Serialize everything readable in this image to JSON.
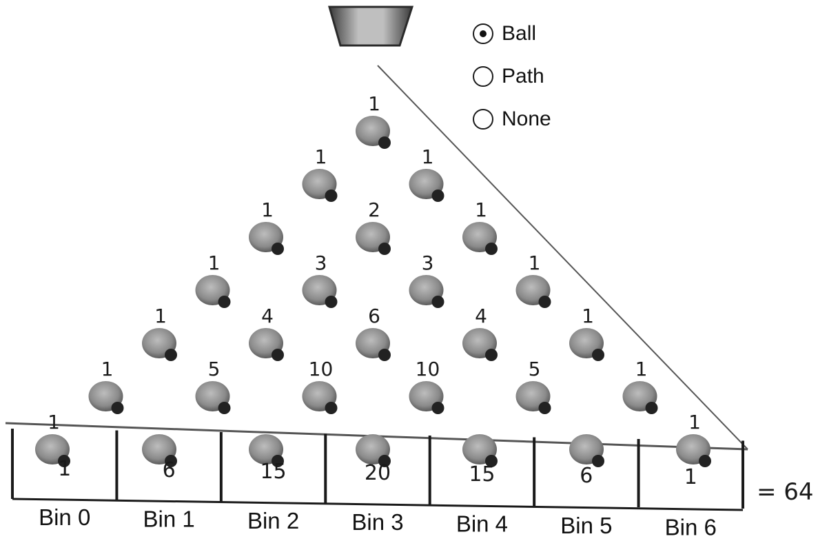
{
  "options": [
    {
      "label": "Ball",
      "selected": true
    },
    {
      "label": "Path",
      "selected": false
    },
    {
      "label": "None",
      "selected": false
    }
  ],
  "peg_counts": [
    [
      "1"
    ],
    [
      "1",
      "1"
    ],
    [
      "1",
      "2",
      "1"
    ],
    [
      "1",
      "3",
      "3",
      "1"
    ],
    [
      "1",
      "4",
      "6",
      "4",
      "1"
    ],
    [
      "1",
      "5",
      "10",
      "10",
      "5",
      "1"
    ],
    [
      "1",
      "",
      "",
      "",
      "",
      "",
      "1"
    ]
  ],
  "bins": [
    {
      "label": "Bin 0",
      "count": "1"
    },
    {
      "label": "Bin 1",
      "count": "6"
    },
    {
      "label": "Bin 2",
      "count": "15"
    },
    {
      "label": "Bin 3",
      "count": "20"
    },
    {
      "label": "Bin 4",
      "count": "15"
    },
    {
      "label": "Bin 5",
      "count": "6"
    },
    {
      "label": "Bin 6",
      "count": "1"
    }
  ],
  "total": "= 64",
  "icons": {
    "funnel": "hopper-icon",
    "peg": "peg-icon"
  },
  "colors": {
    "ink": "#1a1a1a",
    "peg": "#7a7a7a",
    "peg_shadow": "#222222"
  }
}
